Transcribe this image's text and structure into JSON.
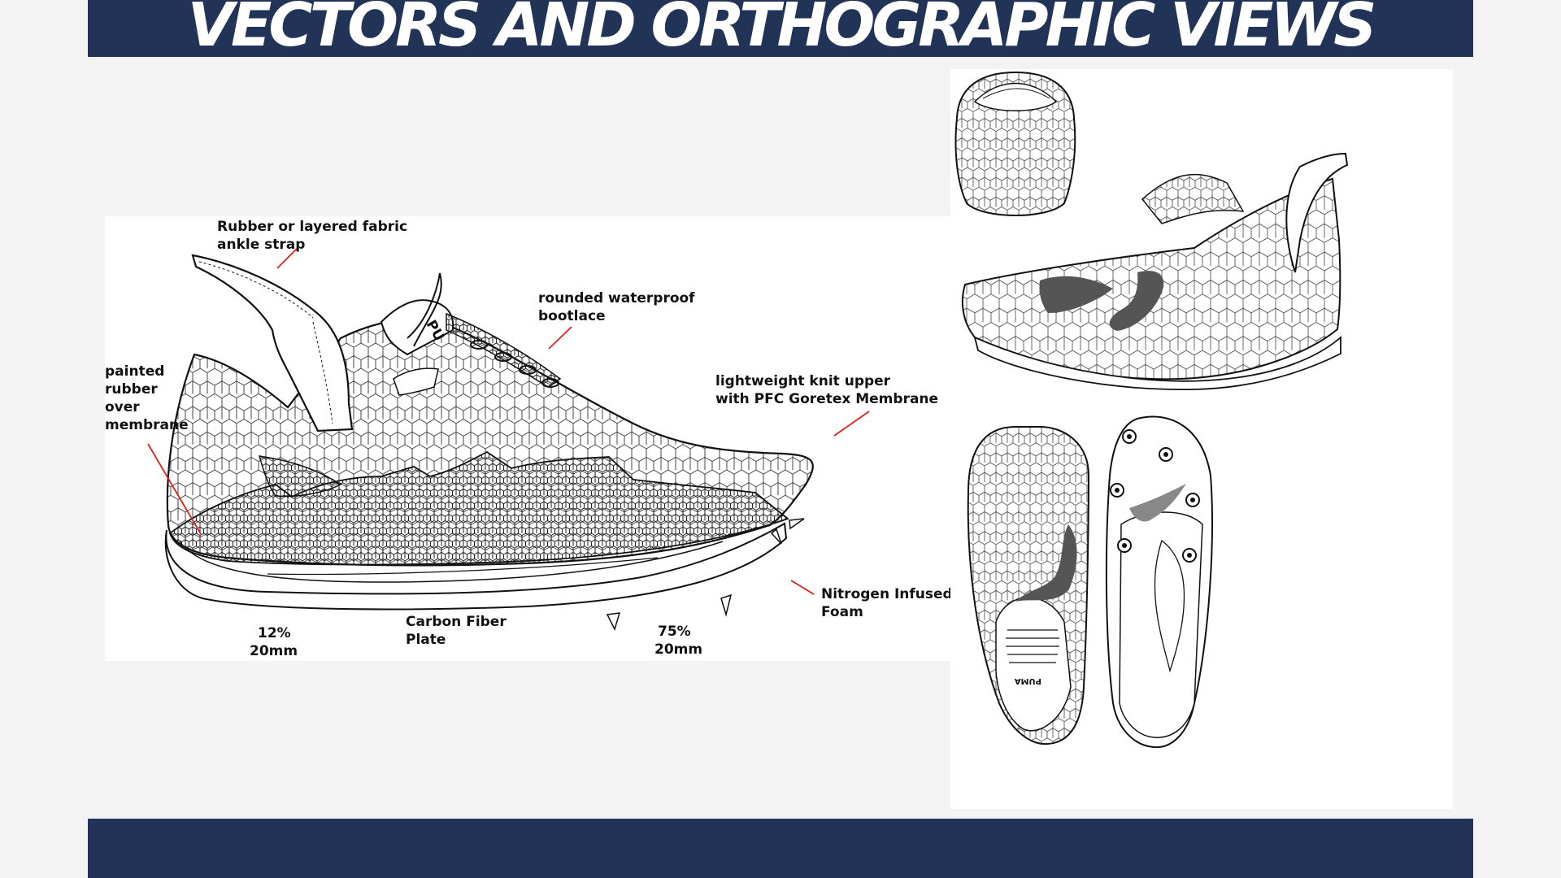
{
  "title": "VECTORS AND ORTHOGRAPHIC VIEWS",
  "colors": {
    "banner": "#213357",
    "background": "#f3f3f3",
    "leader": "#e0201b",
    "cat_logo": "#555555"
  },
  "side_view": {
    "labels": {
      "ankle_strap": [
        "Rubber or layered fabric",
        "ankle strap"
      ],
      "bootlace": [
        "rounded waterproof",
        "bootlace"
      ],
      "painted_rubber": [
        "painted",
        "rubber",
        "over",
        "membrane"
      ],
      "knit_upper": [
        "lightweight knit upper",
        "with PFC Goretex Membrane"
      ],
      "foam": [
        "Nitrogen Infused",
        "Foam"
      ],
      "plate": [
        "Carbon Fiber",
        "Plate"
      ],
      "heel_measure": [
        "12%",
        "20mm"
      ],
      "fore_measure": [
        "75%",
        "20mm"
      ]
    },
    "brand_mark": "PU"
  },
  "ortho_views": {
    "brand_mark": "PUMA"
  }
}
